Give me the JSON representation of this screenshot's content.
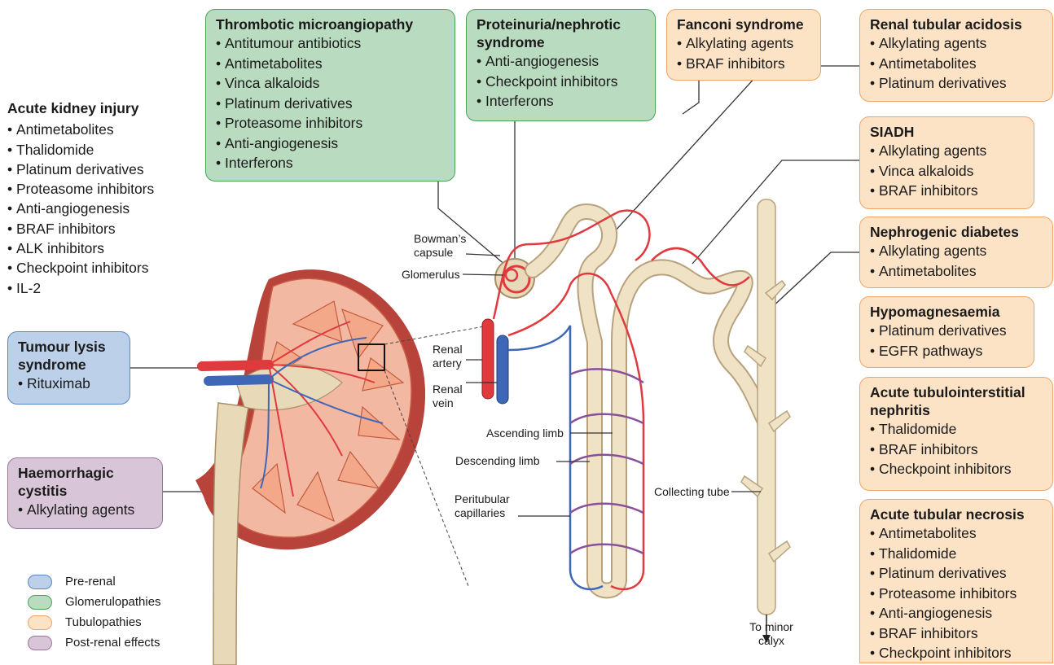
{
  "boxes": {
    "tma": {
      "title": "Thrombotic microangiopathy",
      "items": [
        "Antitumour antibiotics",
        "Antimetabolites",
        "Vinca alkaloids",
        "Platinum derivatives",
        "Proteasome inhibitors",
        "Anti-angiogenesis",
        "Interferons"
      ]
    },
    "proteinuria": {
      "title": "Proteinuria/nephrotic syndrome",
      "items": [
        "Anti-angiogenesis",
        "Checkpoint inhibitors",
        "Interferons"
      ]
    },
    "fanconi": {
      "title": "Fanconi syndrome",
      "items": [
        "Alkylating agents",
        "BRAF inhibitors"
      ]
    },
    "rta": {
      "title": "Renal tubular acidosis",
      "items": [
        "Alkylating agents",
        "Antimetabolites",
        "Platinum derivatives"
      ]
    },
    "siadh": {
      "title": "SIADH",
      "items": [
        "Alkylating agents",
        "Vinca alkaloids",
        "BRAF inhibitors"
      ]
    },
    "ndi": {
      "title": "Nephrogenic diabetes",
      "items": [
        "Alkylating agents",
        "Antimetabolites"
      ]
    },
    "hypomag": {
      "title": "Hypomagnesaemia",
      "items": [
        "Platinum derivatives",
        "EGFR pathways"
      ]
    },
    "atin": {
      "title": "Acute tubulointerstitial nephritis",
      "items": [
        "Thalidomide",
        "BRAF inhibitors",
        "Checkpoint inhibitors"
      ]
    },
    "atn": {
      "title": "Acute tubular necrosis",
      "items": [
        "Antimetabolites",
        "Thalidomide",
        "Platinum derivatives",
        "Proteasome inhibitors",
        "Anti-angiogenesis",
        "BRAF inhibitors",
        "Checkpoint inhibitors"
      ]
    },
    "aki": {
      "title": "Acute kidney injury",
      "items": [
        "Antimetabolites",
        "Thalidomide",
        "Platinum derivatives",
        "Proteasome inhibitors",
        "Anti-angiogenesis",
        "BRAF inhibitors",
        "ALK inhibitors",
        "Checkpoint inhibitors",
        "IL-2"
      ]
    },
    "tls": {
      "title": "Tumour lysis syndrome",
      "items": [
        "Rituximab"
      ]
    },
    "hc": {
      "title": "Haemorrhagic cystitis",
      "items": [
        "Alkylating agents"
      ]
    }
  },
  "labels": {
    "bowmans": "Bowman’s capsule",
    "glomerulus": "Glomerulus",
    "renal_artery": "Renal artery",
    "renal_vein": "Renal vein",
    "ascending": "Ascending limb",
    "descending": "Descending limb",
    "peritubular": "Peritubular capillaries",
    "collecting": "Collecting tube",
    "calyx": "To minor calyx"
  },
  "legend": [
    {
      "label": "Pre-renal",
      "color": "#bcd0ea",
      "border": "#5b86c5"
    },
    {
      "label": "Glomerulopathies",
      "color": "#b9dbbf",
      "border": "#4aa35a"
    },
    {
      "label": "Tubulopathies",
      "color": "#fde3c6",
      "border": "#f0a46a"
    },
    {
      "label": "Post-renal effects",
      "color": "#d8c6d8",
      "border": "#9b73a1"
    }
  ],
  "colors": {
    "artery": "#e0393e",
    "vein": "#3f67b8",
    "tubule": "#efe2c5",
    "tubule_edge": "#b8a27e",
    "kidney_outer": "#b7433a",
    "kidney_inner": "#f3b8a2"
  }
}
